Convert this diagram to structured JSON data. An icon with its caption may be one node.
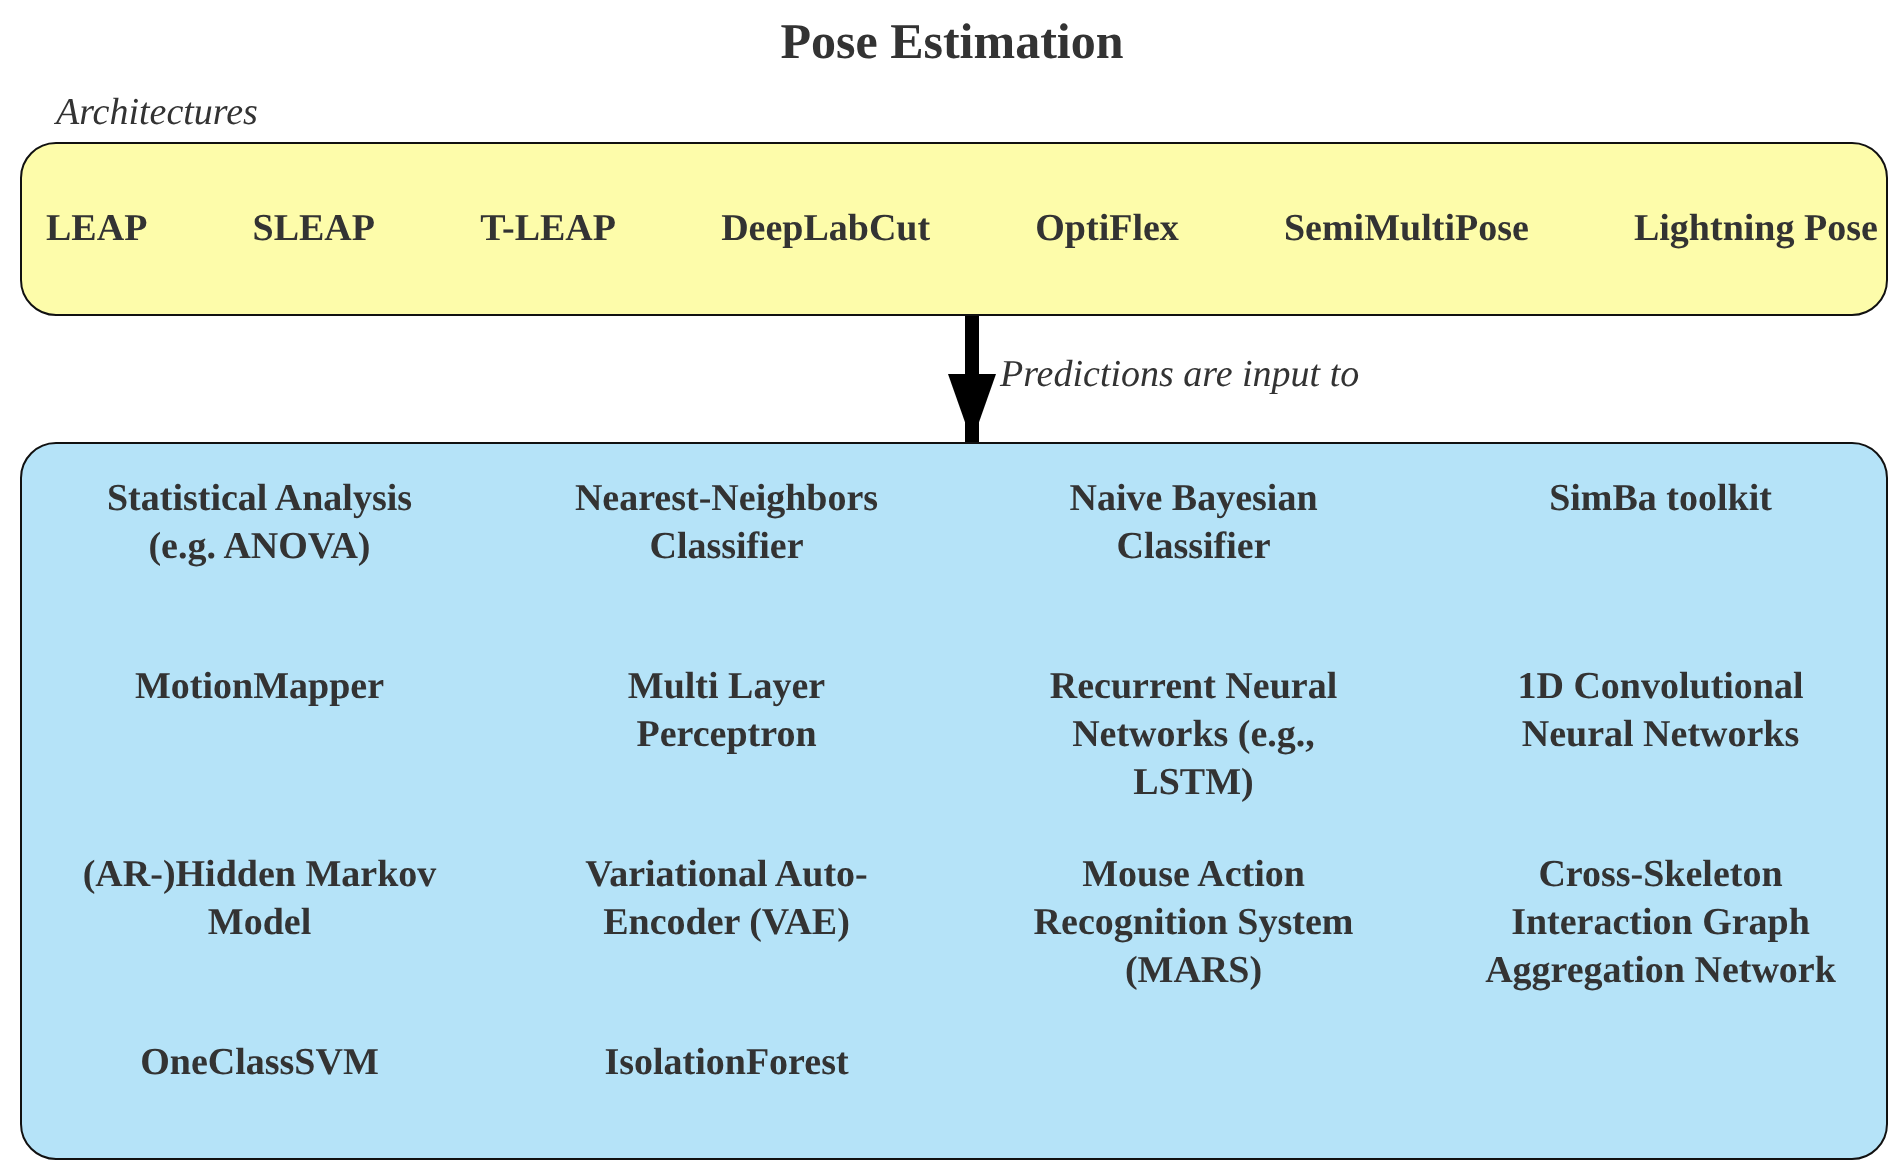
{
  "diagram": {
    "title": "Pose Estimation",
    "nodes": [
      {
        "text": [
          "Architectures",
          "LEAP",
          "SLEAP",
          "T-LEAP",
          "DeepLabCut",
          "OptiFlex",
          "SemiMultiPose",
          "Lightning Pose"
        ]
      },
      {
        "text": [
          "Statistical Analysis (e.g. ANOVA)",
          "Nearest-Neighbors Classifier",
          "Naive Bayesian Classifier",
          "SimBa toolkit",
          "MotionMapper",
          "Multi Layer Perceptron",
          "Recurrent Neural Networks (e.g., LSTM)",
          "1D Convolutional Neural Networks",
          "(AR-)Hidden Markov Model",
          "Variational Auto-Encoder (VAE)",
          "Mouse Action Recognition System (MARS)",
          "Cross-Skeleton Interaction Graph Aggregation Network",
          "OneClassSVM",
          "IsolationForest"
        ]
      }
    ],
    "edges": [
      {
        "from": 0,
        "to": 1,
        "arrow": "to",
        "label": "Predictions are input to"
      }
    ]
  }
}
